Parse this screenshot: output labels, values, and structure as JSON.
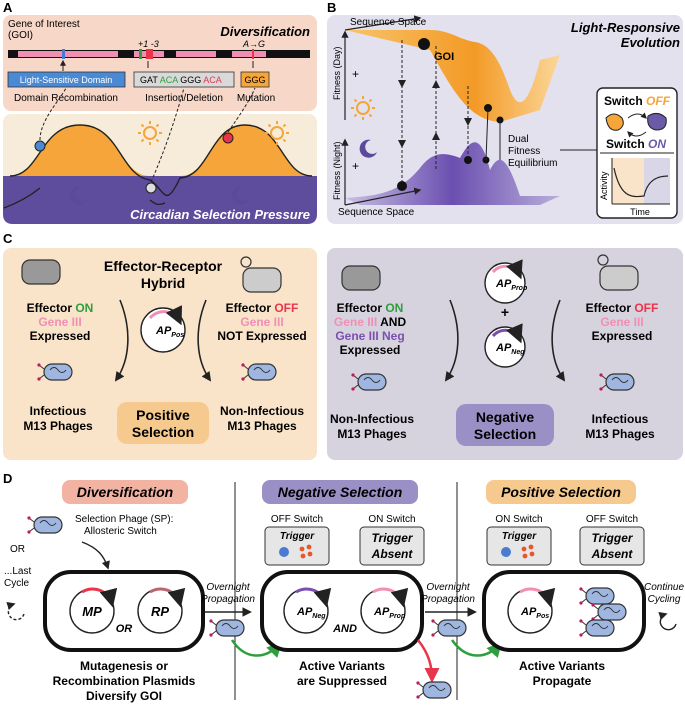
{
  "panelA": {
    "letter": "A",
    "gene_label_1": "Gene of Interest",
    "gene_label_2": "(GOI)",
    "title": "Diversification",
    "pos_label": "+1 -3",
    "mut_label": "A→G",
    "domain_box": "Light-Sensitive Domain",
    "domain_caption": "Domain Recombination",
    "seq_gat": "GAT ",
    "seq_aca1": "ACA",
    "seq_ggg": " GGG ",
    "seq_aca2": "ACA",
    "indel_caption": "Insertion/Deletion",
    "mut_seq": "GGG",
    "mut_caption": "Mutation",
    "pressure": "Circadian Selection Pressure"
  },
  "panelB": {
    "letter": "B",
    "title_1": "Light-Responsive",
    "title_2": "Evolution",
    "seq_space_top": "Sequence Space",
    "seq_space_bottom": "Sequence Space",
    "goi": "GOI",
    "fitness_day": "Fitness (Day)",
    "fitness_night": "Fitness (Night)",
    "plus": "+",
    "equilibrium_1": "Dual",
    "equilibrium_2": "Fitness",
    "equilibrium_3": "Equilibrium",
    "switch_word": "Switch",
    "off": "OFF",
    "on": "ON",
    "activity": "Activity",
    "time": "Time"
  },
  "panelC": {
    "letter": "C",
    "hybrid_1": "Effector-Receptor",
    "hybrid_2": "Hybrid",
    "pos_left_1": "Effector ",
    "on": "ON",
    "off": "OFF",
    "gene3": "Gene III",
    "expressed": "Expressed",
    "not_expressed": "NOT Expressed",
    "pos_right_1": "Effector ",
    "ap": "AP",
    "pos_sub": "Pos",
    "prop_sub": "Prop",
    "neg_sub": "Neg",
    "infectious_1": "Infectious",
    "m13": "M13 Phages",
    "noninfectious_1": "Non-Infectious",
    "positive_1": "Positive",
    "selection": "Selection",
    "negative_1": "Negative",
    "and": " AND",
    "gene3neg": "Gene III Neg",
    "plus": "+"
  },
  "panelD": {
    "letter": "D",
    "div_title": "Diversification",
    "neg_title": "Negative Selection",
    "pos_title": "Positive Selection",
    "sp_1": "Selection Phage (SP):",
    "sp_2": "Allosteric Switch",
    "or_top": "OR",
    "last_1": "...Last",
    "last_2": "Cycle",
    "mp": "MP",
    "rp": "RP",
    "or_mid": "OR",
    "cap_div_1": "Mutagenesis or",
    "cap_div_2": "Recombination Plasmids",
    "cap_div_3": "Diversify GOI",
    "overnight_1": "Overnight",
    "overnight_2": "Propagation",
    "off_switch": "OFF Switch",
    "on_switch": "ON Switch",
    "trigger": "Trigger",
    "trigger_absent_1": "Trigger",
    "trigger_absent_2": "Absent",
    "and": "AND",
    "cap_neg_1": "Active Variants",
    "cap_neg_2": "are Suppressed",
    "cap_pos_1": "Active Variants",
    "cap_pos_2": "Propagate",
    "continue_1": "Continue",
    "continue_2": "Cycling"
  },
  "colors": {
    "orange": "#f5a53a",
    "purple": "#6b5aa8",
    "pink": "#f08fb3",
    "red": "#e8354b",
    "green": "#2f9e3e",
    "peach": "#f9e4c9",
    "lavender": "#d9d6e8",
    "salmon_tag": "#f3b3a3",
    "blue_phage": "#9fb6e0"
  }
}
